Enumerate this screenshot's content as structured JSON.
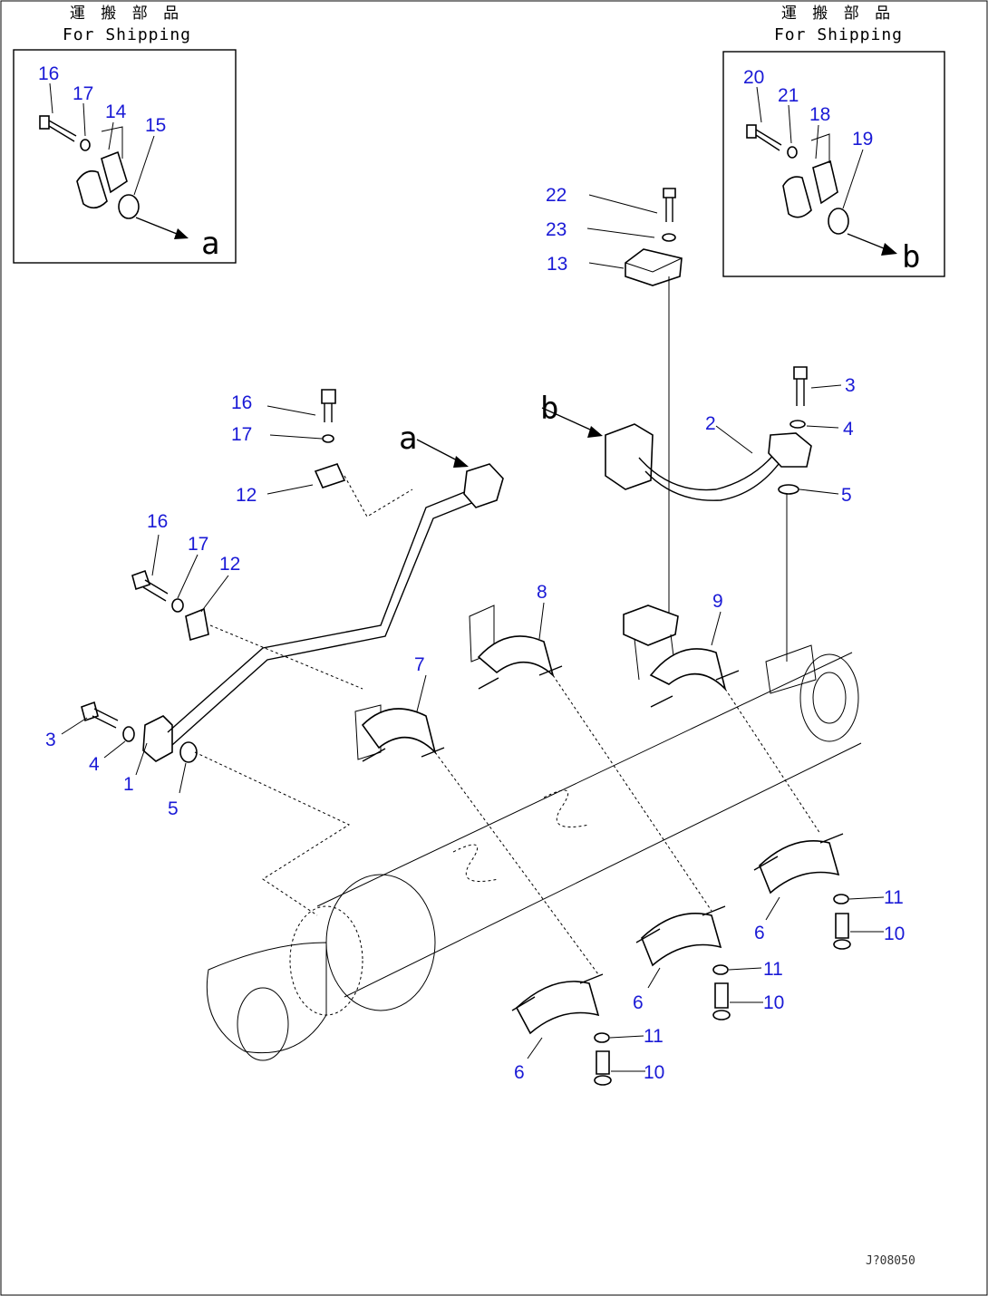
{
  "shipping_boxes": [
    {
      "jp": "運 搬 部 品",
      "en": "For Shipping",
      "ref": "a",
      "callouts": [
        "16",
        "17",
        "14",
        "15"
      ]
    },
    {
      "jp": "運 搬 部 品",
      "en": "For Shipping",
      "ref": "b",
      "callouts": [
        "20",
        "21",
        "18",
        "19"
      ]
    }
  ],
  "main_callouts": [
    "22",
    "23",
    "13",
    "16",
    "17",
    "12",
    "3",
    "4",
    "2",
    "5",
    "16",
    "17",
    "12",
    "8",
    "9",
    "7",
    "3",
    "4",
    "1",
    "5",
    "6",
    "11",
    "10",
    "6",
    "11",
    "10",
    "6",
    "11",
    "10"
  ],
  "pipe_refs": [
    "a",
    "b"
  ],
  "drawing_code": "J?08050"
}
